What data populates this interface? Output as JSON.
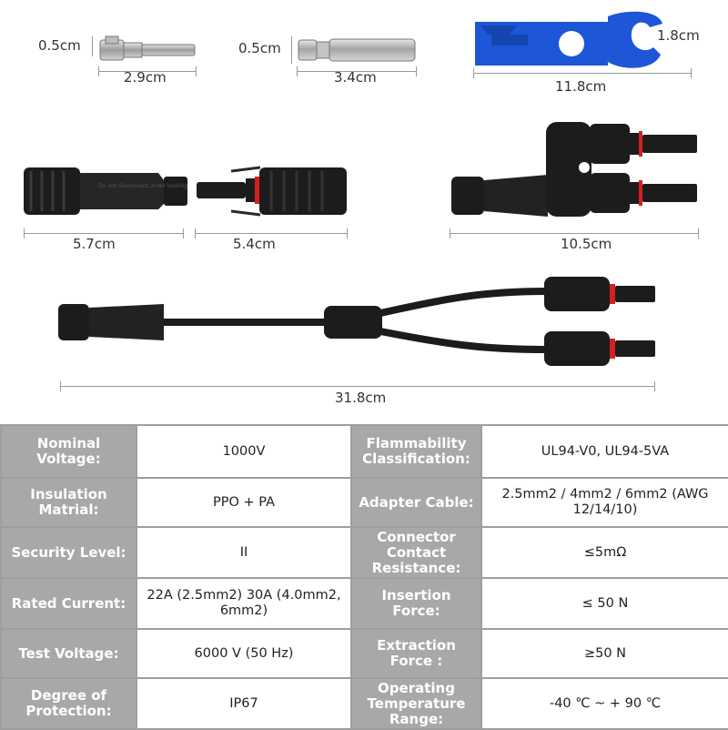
{
  "dimensions": {
    "male_pin_diameter": "0.5cm",
    "male_pin_length": "2.9cm",
    "female_pin_diameter": "0.5cm",
    "female_pin_length": "3.4cm",
    "wrench_width": "1.8cm",
    "wrench_length": "11.8cm",
    "female_connector_length": "5.7cm",
    "male_connector_length": "5.4cm",
    "branch_connector_length": "10.5cm",
    "y_cable_length": "31.8cm"
  },
  "connector_text": "Do not disconnect under loading",
  "colors": {
    "wrench": "#1d57d8",
    "connector": "#1c1c1c",
    "seal_ring": "#d42020",
    "table_label_bg": "#a8a8a8",
    "table_border": "#9e9e9e"
  },
  "specs": [
    {
      "label": "Nominal Voltage:",
      "value": "1000V",
      "label2": "Flammability Classification:",
      "value2": "UL94-V0, UL94-5VA"
    },
    {
      "label": "Insulation Matrial:",
      "value": "PPO + PA",
      "label2": "Adapter Cable:",
      "value2": "2.5mm2 / 4mm2 / 6mm2 (AWG 12/14/10)"
    },
    {
      "label": "Security Level:",
      "value": "II",
      "label2": "Connector Contact Resistance:",
      "value2": "≤5mΩ"
    },
    {
      "label": "Rated Current:",
      "value": "22A (2.5mm2) 30A (4.0mm2, 6mm2)",
      "label2": "Insertion Force:",
      "value2": "≤ 50 N"
    },
    {
      "label": "Test Voltage:",
      "value": "6000 V (50 Hz)",
      "label2": "Extraction Force :",
      "value2": "≥50 N"
    },
    {
      "label": "Degree of Protection:",
      "value": "IP67",
      "label2": "Operating Temperature Range:",
      "value2": "-40 ℃ ~ + 90 ℃"
    }
  ]
}
